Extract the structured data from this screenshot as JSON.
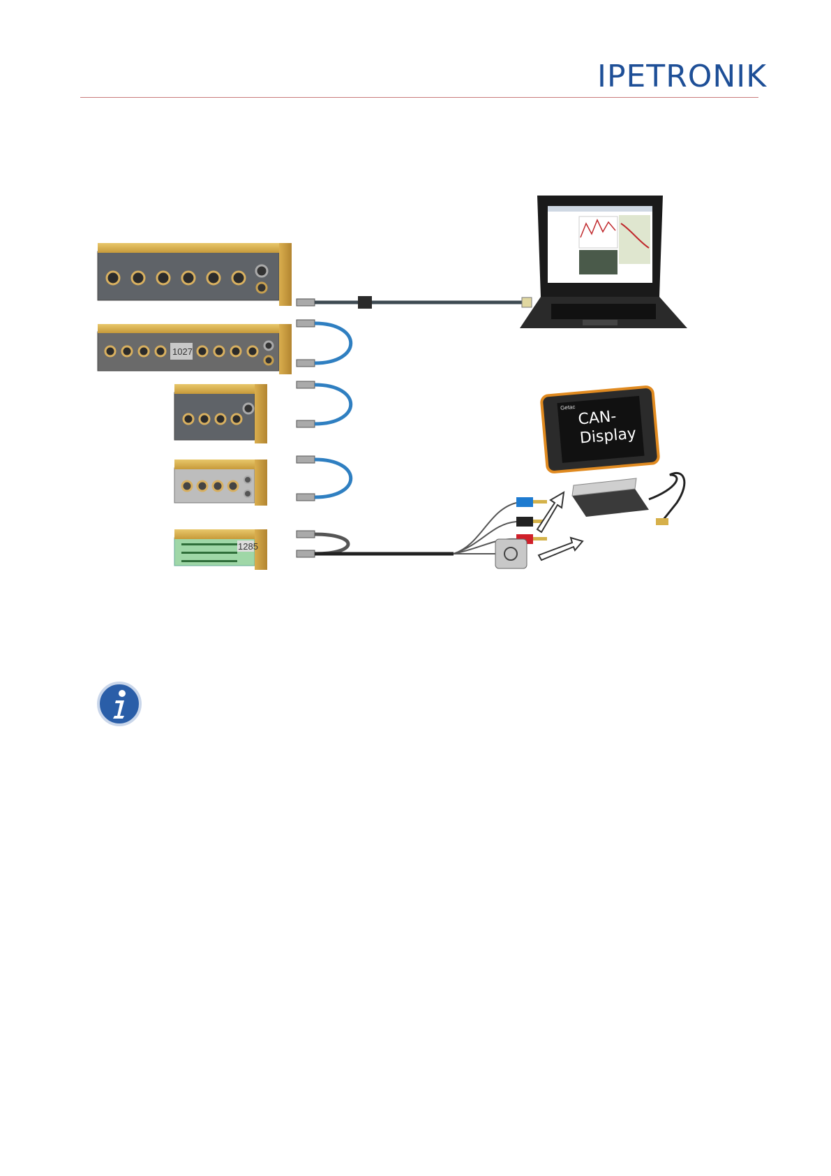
{
  "header": {
    "logo_text": "IPETRONIK",
    "brand_color": "#1e4f97",
    "rule_color": "#c87a7a"
  },
  "figure": {
    "module_labels": [
      "1027",
      "1285"
    ],
    "display_text_line1": "CAN-",
    "display_text_line2": "Display",
    "tablet_brand": "Getac"
  },
  "info_icon": {
    "icon_name": "info-icon",
    "color": "#1e4f97"
  }
}
